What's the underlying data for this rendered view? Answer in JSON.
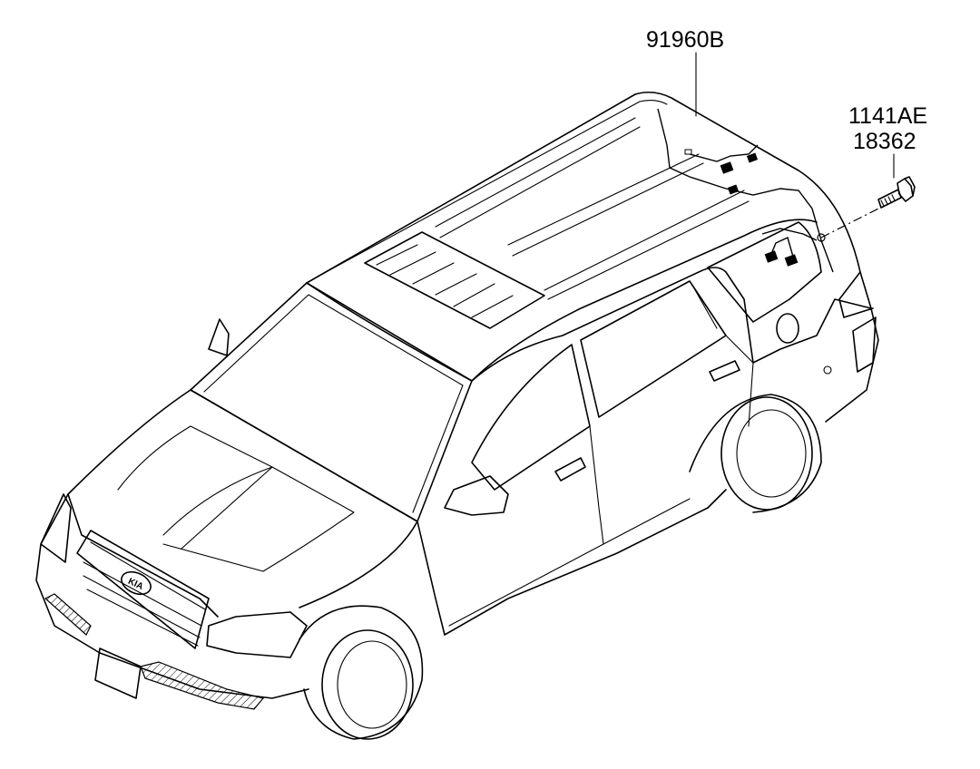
{
  "diagram": {
    "labels": {
      "harness_part_no": "91960B",
      "bolt_part_no_1": "1141AE",
      "bolt_part_no_2": "18362"
    },
    "badge_text": "KIA"
  }
}
